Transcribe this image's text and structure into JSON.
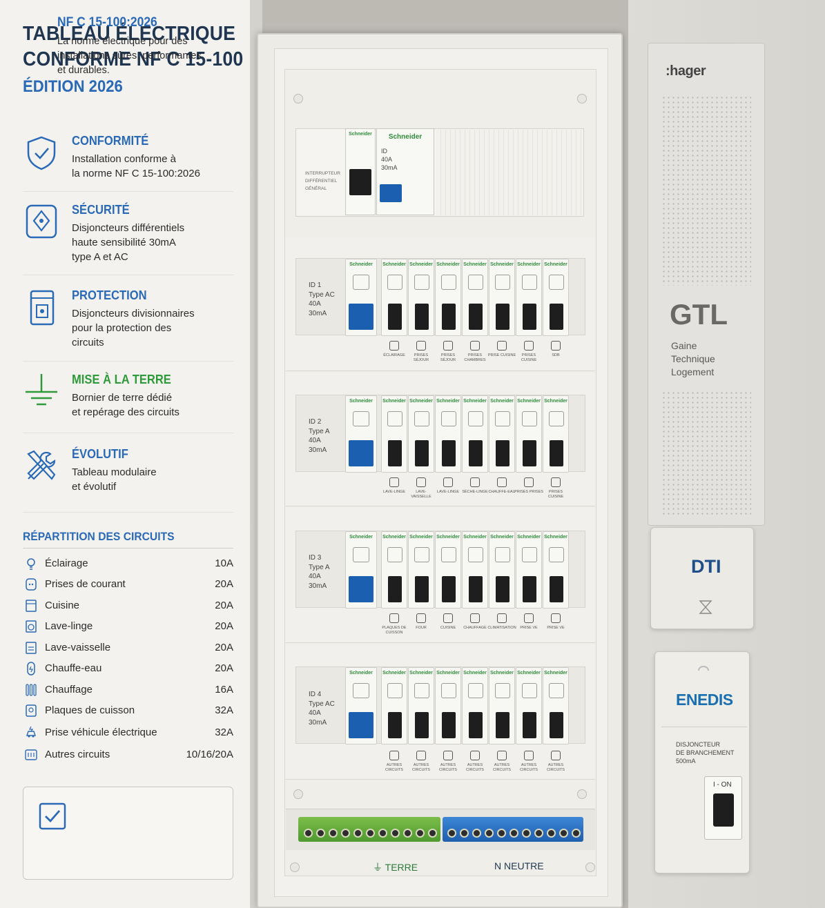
{
  "header": {
    "title_line1": "TABLEAU ÉLECTRIQUE",
    "title_line2": "CONFORME NF C 15-100",
    "edition": "ÉDITION 2026"
  },
  "features": [
    {
      "icon": "shield-check-icon",
      "title": "CONFORMITÉ",
      "lines": [
        "Installation conforme à",
        "la norme NF C 15-100:2026"
      ]
    },
    {
      "icon": "breaker-shield-icon",
      "title": "SÉCURITÉ",
      "lines": [
        "Disjoncteurs différentiels",
        "haute sensibilité 30mA",
        "type A et AC"
      ]
    },
    {
      "icon": "breaker-panel-icon",
      "title": "PROTECTION",
      "lines": [
        "Disjoncteurs divisionnaires",
        "pour la protection des",
        "circuits"
      ]
    },
    {
      "icon": "ground-icon",
      "title": "MISE À LA TERRE",
      "lines": [
        "Bornier de terre dédié",
        "et repérage des circuits"
      ]
    },
    {
      "icon": "tools-icon",
      "title": "ÉVOLUTIF",
      "lines": [
        "Tableau modulaire",
        "et évolutif"
      ]
    }
  ],
  "repartition": {
    "heading": "RÉPARTITION DES CIRCUITS",
    "items": [
      {
        "icon": "lightbulb-icon",
        "name": "Éclairage",
        "amp": "10A"
      },
      {
        "icon": "outlet-icon",
        "name": "Prises de courant",
        "amp": "20A"
      },
      {
        "icon": "kitchen-icon",
        "name": "Cuisine",
        "amp": "20A"
      },
      {
        "icon": "washing-machine-icon",
        "name": "Lave-linge",
        "amp": "20A"
      },
      {
        "icon": "dishwasher-icon",
        "name": "Lave-vaisselle",
        "amp": "20A"
      },
      {
        "icon": "water-heater-icon",
        "name": "Chauffe-eau",
        "amp": "20A"
      },
      {
        "icon": "radiator-icon",
        "name": "Chauffage",
        "amp": "16A"
      },
      {
        "icon": "cooktop-icon",
        "name": "Plaques de cuisson",
        "amp": "32A"
      },
      {
        "icon": "ev-charger-icon",
        "name": "Prise véhicule électrique",
        "amp": "32A"
      },
      {
        "icon": "other-circuits-icon",
        "name": "Autres circuits",
        "amp": "10/16/20A"
      }
    ]
  },
  "norm_box": {
    "title": "NF C 15-100:2026",
    "lines": [
      "La norme électrique pour des",
      "installations sûres, performantes",
      "et durables."
    ]
  },
  "panel": {
    "main": {
      "brand": "Schneider",
      "label_lines": [
        "INTERRUPTEUR",
        "DIFFÉRENTIEL",
        "GÉNÉRAL"
      ],
      "spec_lines": [
        "ID",
        "40A",
        "30mA"
      ]
    },
    "rows": [
      {
        "id_lines": [
          "ID 1",
          "Type AC",
          "40A",
          "30mA"
        ],
        "labels": [
          "ÉCLAIRAGE",
          "PRISES SÉJOUR",
          "PRISES SÉJOUR",
          "PRISES CHAMBRES",
          "PRISE CUISINE",
          "PRISES CUISINE",
          "SDB"
        ]
      },
      {
        "id_lines": [
          "ID 2",
          "Type A",
          "40A",
          "30mA"
        ],
        "labels": [
          "LAVE-LINGE",
          "LAVE-VAISSELLE",
          "LAVE-LINGE",
          "SÈCHE-LINGE",
          "CHAUFFE-EAU",
          "PRISES PRISES",
          "PRISES CUISINE"
        ]
      },
      {
        "id_lines": [
          "ID 3",
          "Type A",
          "40A",
          "30mA"
        ],
        "labels": [
          "PLAQUES DE CUISSON",
          "FOUR",
          "CUISINE",
          "CHAUFFAGE",
          "CLIMATISATION",
          "PRISE VE",
          "PRISE VE"
        ]
      },
      {
        "id_lines": [
          "ID 4",
          "Type AC",
          "40A",
          "30mA"
        ],
        "labels": [
          "AUTRES CIRCUITS",
          "AUTRES CIRCUITS",
          "AUTRES CIRCUITS",
          "AUTRES CIRCUITS",
          "AUTRES CIRCUITS",
          "AUTRES CIRCUITS",
          "AUTRES CIRCUITS"
        ]
      }
    ],
    "brand": "Schneider",
    "terre_label": "TERRE",
    "neutre_label": "NEUTRE"
  },
  "gtl": {
    "brand": ":hager",
    "title": "GTL",
    "desc_lines": [
      "Gaine",
      "Technique",
      "Logement"
    ]
  },
  "dti": {
    "label": "DTI"
  },
  "enedis": {
    "brand": "ENEDIS",
    "desc_lines": [
      "DISJONCTEUR",
      "DE BRANCHEMENT",
      "500mA"
    ],
    "switch_label": "I - ON"
  },
  "colors": {
    "navy": "#1f3550",
    "blue": "#2a69b5",
    "green": "#2f9a3a",
    "earth_bar": "#5aa03a",
    "neutral_bar": "#2a6fc0"
  }
}
